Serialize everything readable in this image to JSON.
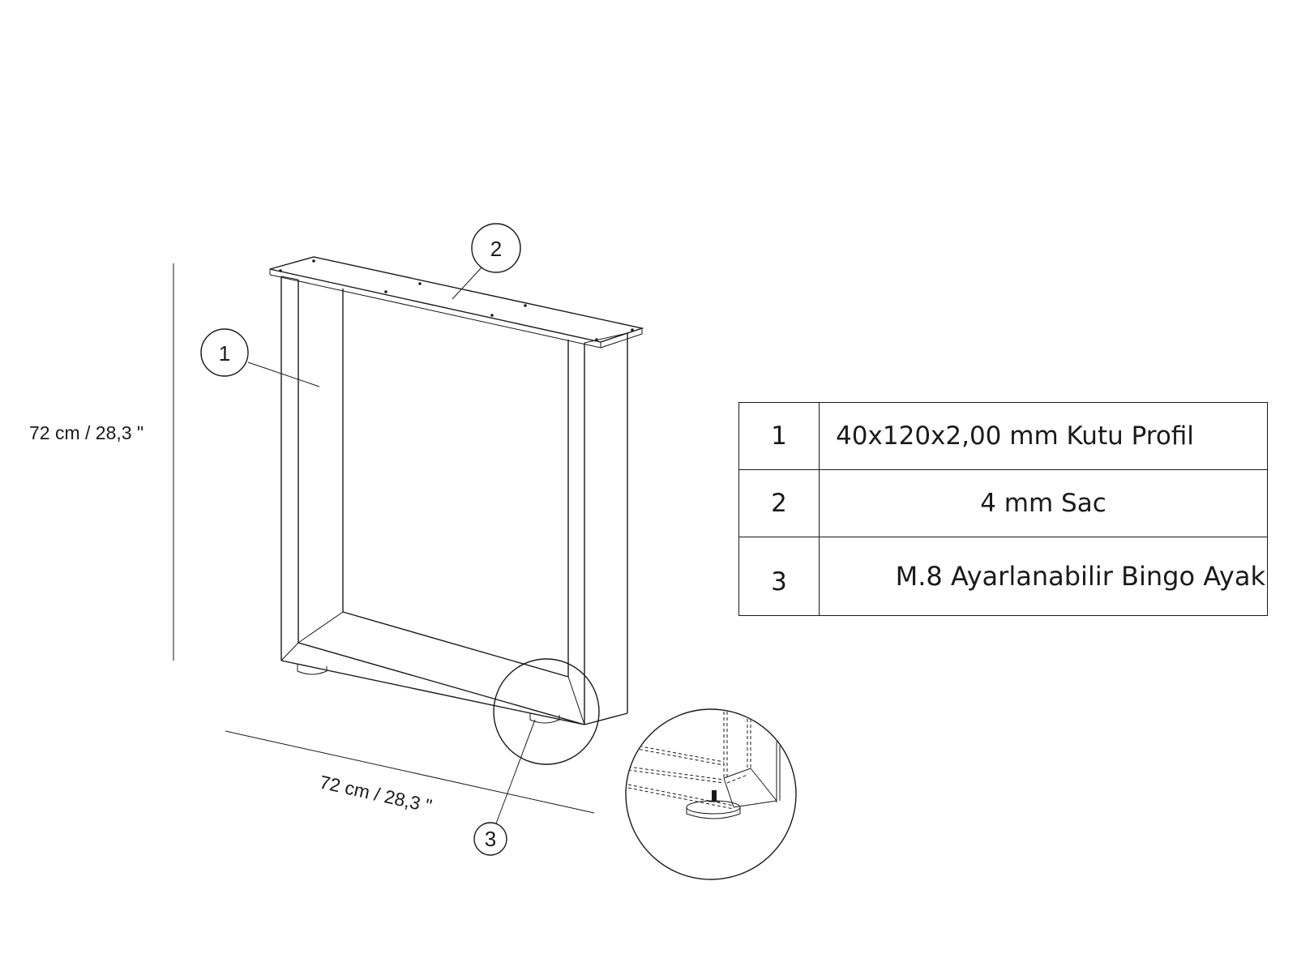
{
  "dimensions": {
    "height_label": "72 cm / 28,3 \"",
    "width_label": "72 cm / 28,3 \""
  },
  "callouts": [
    "1",
    "2",
    "3"
  ],
  "parts": [
    {
      "no": "1",
      "description": "40x120x2,00 mm Kutu Profil"
    },
    {
      "no": "2",
      "description": "4 mm Sac"
    },
    {
      "no": "3",
      "description": "M.8 Ayarlanabilir Bingo Ayak"
    }
  ]
}
